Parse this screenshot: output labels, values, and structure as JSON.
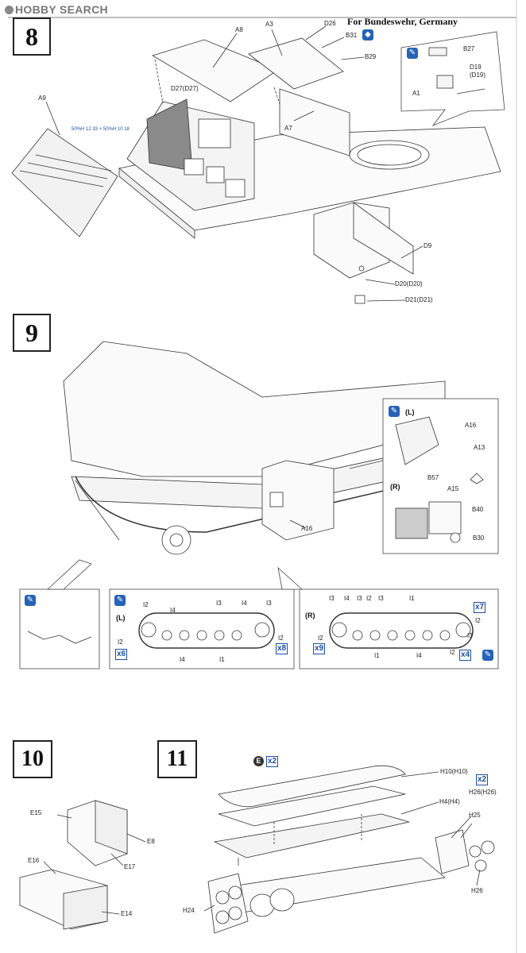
{
  "watermark": "HOBBY SEARCH",
  "accent_color": "#1c4fa3",
  "steps": {
    "s8": "8",
    "s9": "9",
    "s10": "10",
    "s11": "11"
  },
  "step8": {
    "note": "For Bundeswehr, Germany",
    "paint": "50%H 12 33 + 50%H 10 18",
    "labels": {
      "A8": "A8",
      "A3": "A3",
      "D26": "D26",
      "B31": "B31",
      "B29": "B29",
      "B27": "B27",
      "D19": "D19",
      "D19b": "(D19)",
      "A1": "A1",
      "D27": "D27(D27)",
      "A9": "A9",
      "A7": "A7",
      "D9": "D9",
      "D20": "D20(D20)",
      "D21": "D21(D21)"
    }
  },
  "step9": {
    "left_side": "(L)",
    "right_side": "(R)",
    "labels": {
      "A16": "A16",
      "A13": "A13",
      "B57": "B57",
      "A15": "A15",
      "B40": "B40",
      "B30": "B30",
      "A16main": "A16"
    },
    "track_left": {
      "I2a": "I2",
      "I4a": "I4",
      "I3a": "I3",
      "I4b": "I4",
      "I3b": "I3",
      "I2b": "I2",
      "I2c": "I2",
      "I4c": "I4",
      "I1": "I1",
      "x6": "x6",
      "x8": "x8"
    },
    "track_right": {
      "I3a": "I3",
      "I4a": "I4",
      "I3b": "I3",
      "I2a": "I2",
      "I3c": "I3",
      "I1a": "I1",
      "I2b": "I2",
      "I2c": "I2",
      "I3d": "I3",
      "I2d": "I2",
      "I1b": "I1",
      "I4b": "I4",
      "x7": "x7",
      "x9": "x9",
      "x4": "x4"
    }
  },
  "step10": {
    "labels": {
      "E15": "E15",
      "E8": "E8",
      "E17": "E17",
      "E16": "E16",
      "E14": "E14"
    }
  },
  "step11": {
    "e_letter": "E",
    "e_count": "x2",
    "h_count": "x2",
    "labels": {
      "H10": "H10(H10)",
      "H4": "H4(H4)",
      "H26a": "H26(H26)",
      "H25": "H25",
      "H26b": "H26",
      "H24": "H24"
    }
  },
  "icons": {
    "glue": "glue-tube-icon",
    "option": "option-part-icon"
  }
}
